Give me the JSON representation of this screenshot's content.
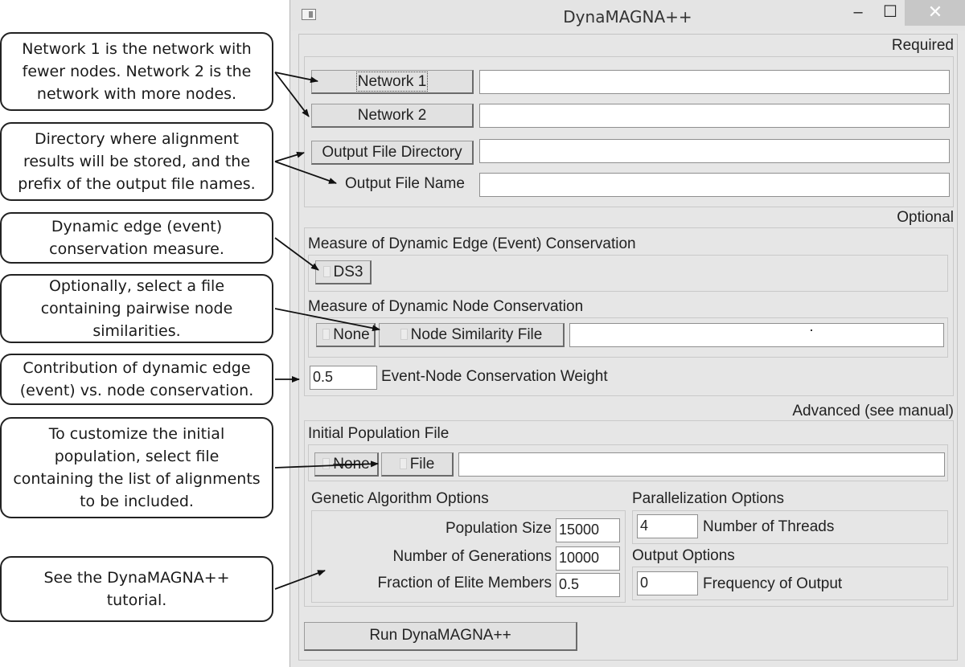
{
  "window": {
    "title": "DynaMAGNA++",
    "minimize_glyph": "–",
    "maximize_glyph": "☐",
    "close_glyph": "✕"
  },
  "sections": {
    "required": "Required",
    "optional": "Optional",
    "advanced": "Advanced (see manual)"
  },
  "required": {
    "network1_button": "Network 1",
    "network1_value": "",
    "network2_button": "Network 2",
    "network2_value": "",
    "output_dir_button": "Output File Directory",
    "output_dir_value": "",
    "output_name_label": "Output File Name",
    "output_name_value": ""
  },
  "optional": {
    "edge_measure_heading": "Measure of Dynamic Edge (Event) Conservation",
    "ds3_button": "DS3",
    "node_measure_heading": "Measure of Dynamic Node Conservation",
    "none_button": "None",
    "node_similarity_button": "Node Similarity File",
    "node_similarity_value": "",
    "weight_value": "0.5",
    "weight_label": "Event-Node Conservation Weight"
  },
  "advanced": {
    "initial_population_heading": "Initial Population File",
    "none_button": "None",
    "file_button": "File",
    "initial_population_value": "",
    "ga_heading": "Genetic Algorithm Options",
    "population_size_label": "Population Size",
    "population_size_value": "15000",
    "generations_label": "Number of Generations",
    "generations_value": "10000",
    "elite_label": "Fraction of Elite Members",
    "elite_value": "0.5",
    "parallel_heading": "Parallelization Options",
    "threads_value": "4",
    "threads_label": "Number of Threads",
    "output_options_heading": "Output Options",
    "frequency_value": "0",
    "frequency_label": "Frequency of Output"
  },
  "run_button": "Run DynaMAGNA++",
  "annotations": [
    "Network 1 is the network with fewer nodes. Network 2 is the network with more nodes.",
    "Directory where alignment results will be stored, and the prefix of the output file names.",
    "Dynamic edge (event) conservation measure.",
    "Optionally, select a file containing pairwise node similarities.",
    "Contribution of dynamic edge (event) vs. node conservation.",
    "To customize the initial population, select file containing the list of alignments to be included.",
    "See the DynaMAGNA++ tutorial."
  ]
}
